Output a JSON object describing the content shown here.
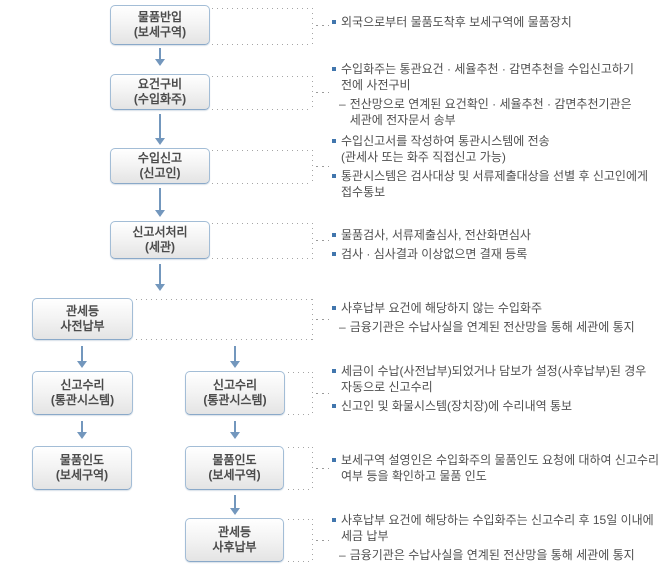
{
  "colors": {
    "node_border": "#a3bdd6",
    "node_gradient_top": "#ffffff",
    "node_gradient_bottom": "#e4e4e4",
    "arrow": "#7397bd",
    "dotted_line": "#a5a5a5",
    "text": "#4f4f4f",
    "bullet": "#4176ad"
  },
  "nodes": [
    {
      "line1": "물품반입",
      "line2": "(보세구역)"
    },
    {
      "line1": "요건구비",
      "line2": "(수입화주)"
    },
    {
      "line1": "수입신고",
      "line2": "(신고인)"
    },
    {
      "line1": "신고서처리",
      "line2": "(세관)"
    },
    {
      "line1": "관세등",
      "line2": "사전납부"
    },
    {
      "line1": "신고수리",
      "line2": "(통관시스템)"
    },
    {
      "line1": "신고수리",
      "line2": "(통관시스템)"
    },
    {
      "line1": "물품인도",
      "line2": "(보세구역)"
    },
    {
      "line1": "물품인도",
      "line2": "(보세구역)"
    },
    {
      "line1": "관세등",
      "line2": "사후납부"
    }
  ],
  "notes": [
    {
      "items": [
        {
          "type": "bullet",
          "text": "외국으로부터 물품도착후 보세구역에 물품장치"
        }
      ]
    },
    {
      "items": [
        {
          "type": "bullet",
          "text": "수입화주는 통관요건 · 세율추천 · 감면추천을 수입신고하기\n전에 사전구비"
        },
        {
          "type": "sub",
          "prefix": "–",
          "text": "전산망으로 연계된 요건확인 · 세율추천 · 감면추천기관은\n세관에 전자문서 송부"
        }
      ]
    },
    {
      "items": [
        {
          "type": "bullet",
          "text": "수입신고서를 작성하여 통관시스템에 전송\n(관세사 또는 화주 직접신고 가능)"
        },
        {
          "type": "bullet",
          "text": "통관시스템은 검사대상 및 서류제출대상을 선별 후 신고인에게\n접수통보"
        }
      ]
    },
    {
      "items": [
        {
          "type": "bullet",
          "text": "물품검사, 서류제출심사, 전산화면심사"
        },
        {
          "type": "bullet",
          "text": "검사 · 심사결과 이상없으면 결재 등록"
        }
      ]
    },
    {
      "items": [
        {
          "type": "bullet",
          "text": "사후납부 요건에 해당하지 않는 수입화주"
        },
        {
          "type": "sub",
          "prefix": "–",
          "text": "금융기관은 수납사실을 연계된 전산망을 통해 세관에 통지"
        }
      ]
    },
    {
      "items": [
        {
          "type": "bullet",
          "text": "세금이 수납(사전납부)되었거나 담보가 설정(사후납부)된 경우\n자동으로 신고수리"
        },
        {
          "type": "bullet",
          "text": "신고인 및 화물시스템(장치장)에 수리내역 통보"
        }
      ]
    },
    {
      "items": [
        {
          "type": "bullet",
          "text": "보세구역 설영인은 수입화주의 물품인도 요청에 대하여 신고수리\n여부 등을 확인하고 물품 인도"
        }
      ]
    },
    {
      "items": [
        {
          "type": "bullet",
          "text": "사후납부 요건에 해당하는 수입화주는 신고수리 후 15일 이내에\n세금 납부"
        },
        {
          "type": "sub",
          "prefix": "–",
          "text": "금융기관은 수납사실을 연계된 전산망을 통해 세관에 통지"
        }
      ]
    }
  ]
}
